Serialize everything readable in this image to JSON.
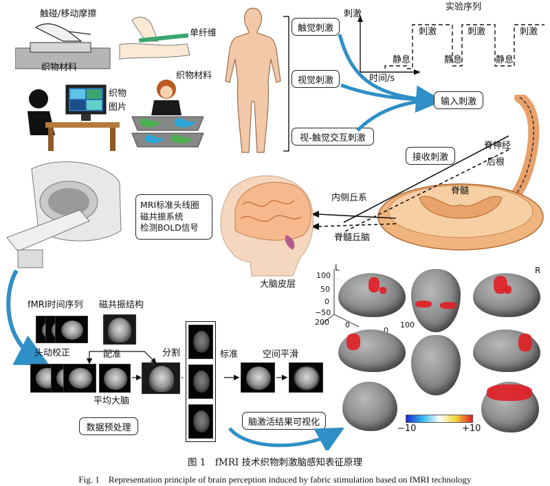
{
  "texts": {
    "touch_rub": "触碰/移动摩擦",
    "fabric_material_1": "织物材料",
    "single_fiber": "单纤维",
    "fabric_material_2": "织物材料",
    "fabric_image_1": "织物",
    "fabric_image_2": "图片",
    "stim_axis": "刺激",
    "exp_sequence": "实验序列",
    "time_axis": "时间/s",
    "stim_blocks": [
      "刺激",
      "刺激",
      "刺激"
    ],
    "rest_blocks": [
      "静息",
      "静息",
      "静息"
    ],
    "spinal_nerve_1": "脊神经",
    "spinal_nerve_2": "后根",
    "spinal_cord": "脊髓",
    "medial_lemniscus": "内侧丘系",
    "spinothalamic": "脊髓丘脑",
    "cortex": "大脑皮层",
    "fmri_series": "fMRI时间序列",
    "mri_structure": "磁共振结构",
    "head_motion": "头动校正",
    "registration": "配准",
    "segmentation": "分割",
    "normalization": "标准",
    "smoothing": "空间平滑",
    "mean_brain": "平均大脑",
    "preprocessing": "数据预处理",
    "axis_L": "L",
    "axis_R": "R",
    "axis_ticks_z": [
      "100",
      "50",
      "0",
      "−50"
    ],
    "axis_tick_200": "200",
    "axis_tick_0a": "0",
    "axis_tick_0b": "0",
    "axis_tick_100": "100",
    "cbar_min": "−10",
    "cbar_max": "+10"
  },
  "boxes": {
    "tactile": "触觉刺激",
    "visual": "视觉刺激",
    "visuo_tactile": "视-触觉交互刺激",
    "input_stim": "输入刺激",
    "receive_stim": "接收刺激",
    "mri_line1": "MRI标准头线圈",
    "mri_line2": "磁共振系统",
    "mri_line3": "检测BOLD信号",
    "visualize": "脑激活结果可视化"
  },
  "caption": {
    "cn": "图 1　fMRI 技术织物刺激脑感知表征原理",
    "en": "Fig. 1　Representation principle of brain perception induced by fabric stimulation based on fMRI technology"
  },
  "colors": {
    "arrow_blue": "#2f8fc6",
    "activation_red": "#e11d24",
    "skin": "#f2c9a8",
    "spinal": "#f0b47f"
  },
  "colorbar": {
    "min": -10,
    "max": 10,
    "stops": [
      "#1a2bd6",
      "#35b6f0",
      "#ffffff",
      "#f4d23a",
      "#e11d24"
    ]
  }
}
